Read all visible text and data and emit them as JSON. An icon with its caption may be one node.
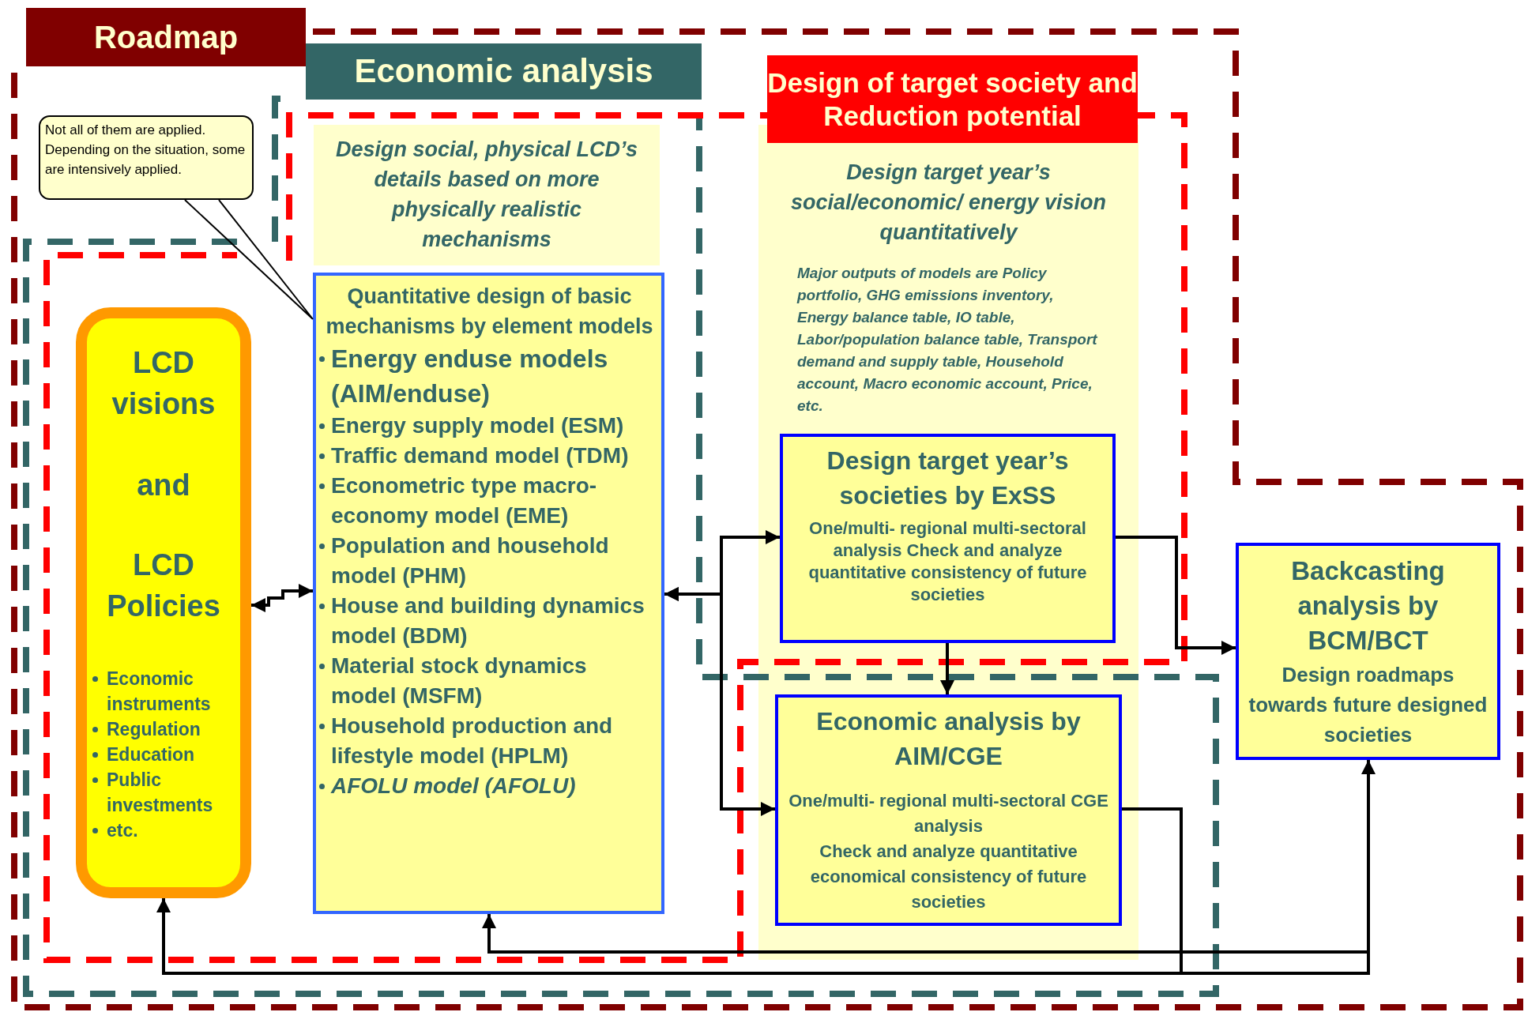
{
  "diagram": {
    "nodes": [
      {
        "text": [
          "Roadmap"
        ]
      },
      {
        "text": [
          "Economic analysis"
        ]
      },
      {
        "text": [
          "Design of target society and Reduction potential"
        ]
      },
      {
        "text": [
          "Not all of them are applied. Depending on the situation, some are intensively applied."
        ]
      },
      {
        "text": [
          "Design social, physical LCD’s details based on more physically realistic mechanisms"
        ]
      },
      {
        "text": [
          "LCD visions",
          "and",
          "LCD Policies",
          "Economic instruments",
          "Regulation",
          "Education",
          "Public investments",
          "etc."
        ]
      },
      {
        "text": [
          "Quantitative design of basic mechanisms by element models",
          "Energy enduse models (AIM/enduse)",
          "Energy supply model (ESM)",
          "Traffic demand model (TDM)",
          "Econometric type macro-economy model (EME)",
          "Population and household model (PHM)",
          "House and building dynamics model (BDM)",
          "Material stock dynamics model (MSFM)",
          "Household production and lifestyle model (HPLM)",
          "*AFOLU model (AFOLU)*"
        ]
      },
      {
        "text": [
          "Design target year’s social/economic/ energy vision quantitatively",
          "Major outputs of models are Policy portfolio, GHG emissions inventory, Energy balance table, IO table, Labor/population balance table, Transport demand and supply table, Household account, Macro economic account, Price, etc."
        ]
      },
      {
        "text": [
          "Design target year’s societies by ExSS",
          "One/multi- regional multi-sectoral analysis Check and analyze quantitative consistency of future societies"
        ],
        "in": 7
      },
      {
        "text": [
          "Economic analysis by AIM/CGE",
          "One/multi- regional multi-sectoral CGE analysis",
          "Check and analyze quantitative economical  consistency of future societies"
        ],
        "in": 7
      },
      {
        "text": [
          "Backcasting analysis by BCM/BCT",
          "Design roadmaps towards future designed societies"
        ]
      }
    ],
    "edges": [
      {
        "from": 5,
        "to": 6,
        "arrow": "both"
      },
      {
        "from": 6,
        "to": 8,
        "arrow": "both"
      },
      {
        "from": 6,
        "to": 9,
        "arrow": "both"
      },
      {
        "from": 8,
        "to": 9,
        "arrow": "to"
      },
      {
        "from": 8,
        "to": 10,
        "arrow": "to"
      },
      {
        "from": 9,
        "to": 5,
        "arrow": "to"
      },
      {
        "from": 9,
        "to": 10,
        "arrow": "to"
      },
      {
        "from": 9,
        "to": 6,
        "arrow": "to"
      },
      {
        "from": 3,
        "to": 6,
        "arrow": "none"
      }
    ]
  }
}
